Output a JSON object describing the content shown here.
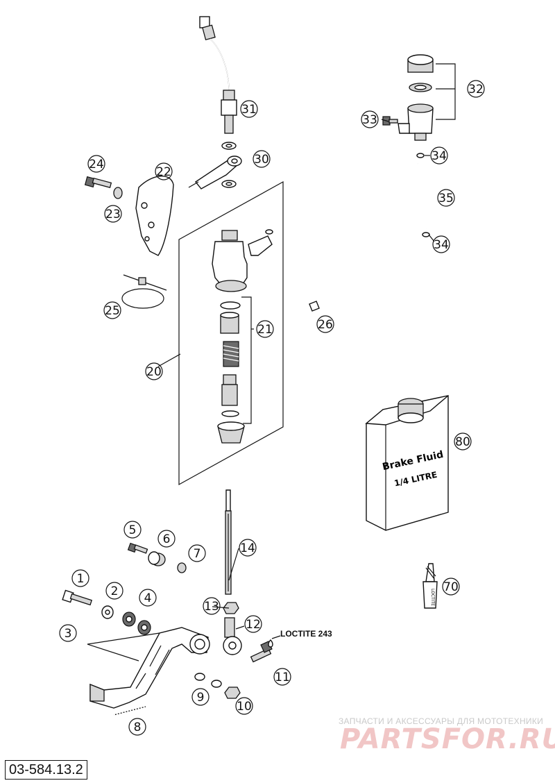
{
  "diagram": {
    "code": "03-584.13.2",
    "labels": {
      "loctite": "LOCTITE 243",
      "fluid_line1": "Brake Fluid",
      "fluid_line2": "1/4 LITRE",
      "loctite_tube": "LOCTITE"
    },
    "callouts": [
      "1",
      "2",
      "3",
      "4",
      "5",
      "6",
      "7",
      "8",
      "9",
      "10",
      "11",
      "12",
      "13",
      "14",
      "20",
      "21",
      "22",
      "23",
      "24",
      "25",
      "26",
      "30",
      "31",
      "32",
      "33",
      "34",
      "34",
      "35",
      "70",
      "80"
    ],
    "watermark": {
      "subtitle": "ЗАПЧАСТИ И АКСЕССУАРЫ ДЛЯ МОТОТЕХНИКИ",
      "logo": "PARTSFOR.RU"
    }
  }
}
